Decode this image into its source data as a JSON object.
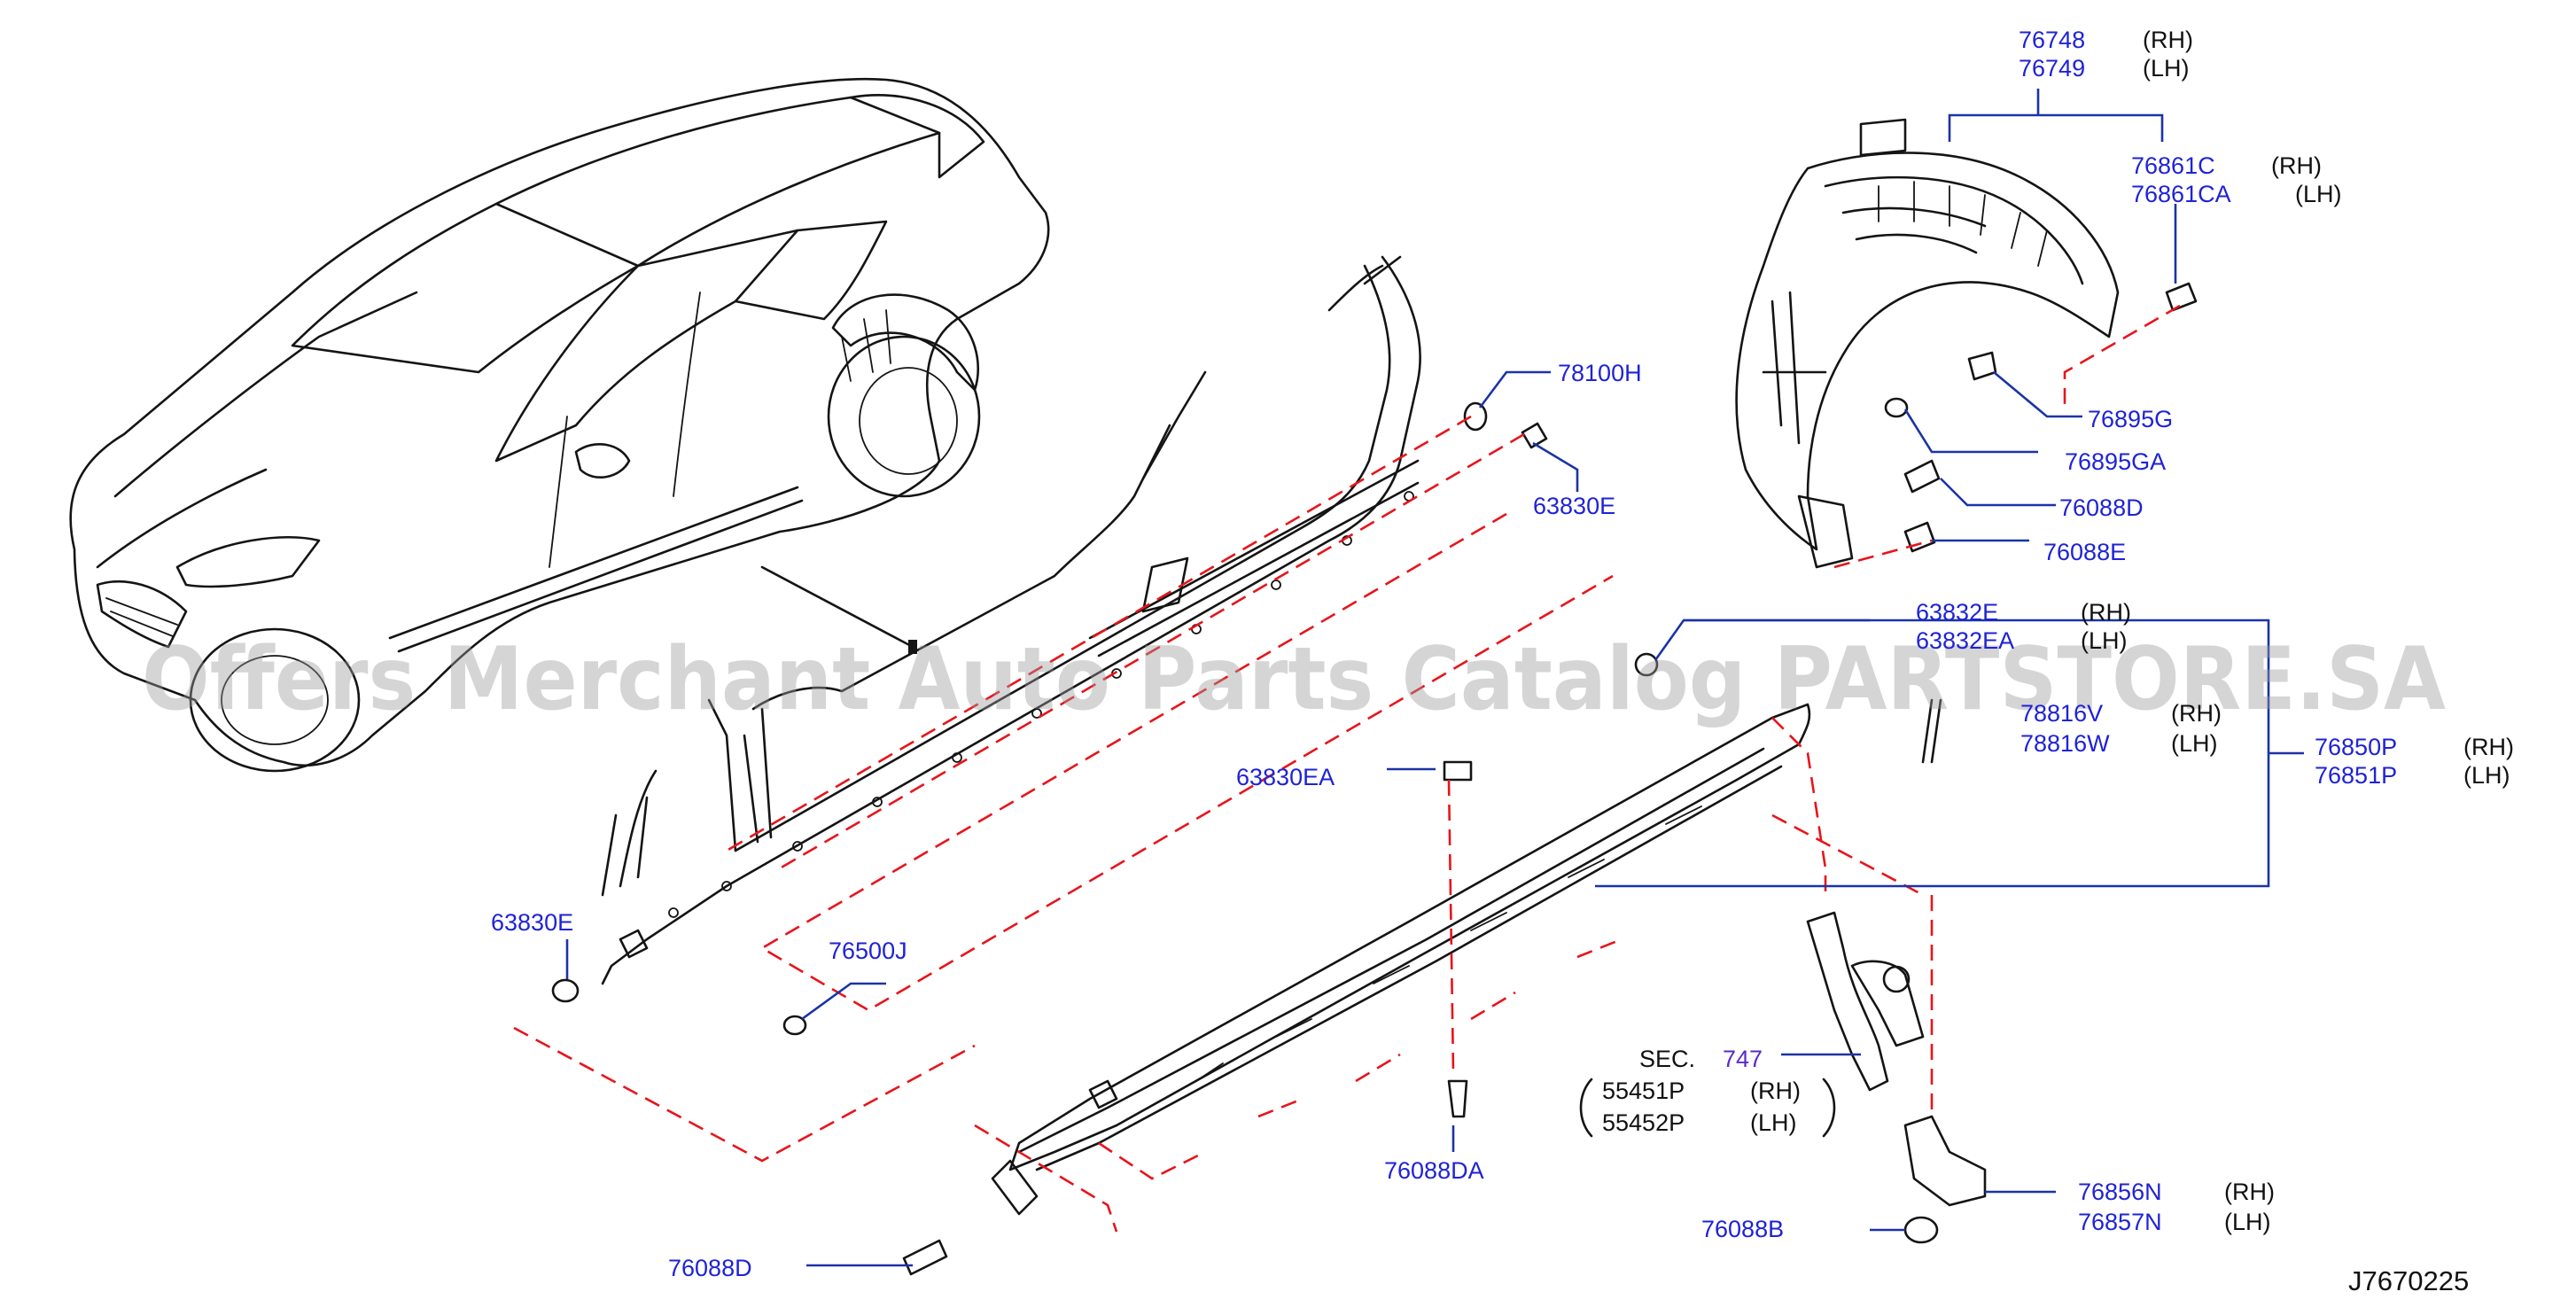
{
  "diagram_id": "J7670225",
  "watermark": "Offers Merchant Auto Parts Catalog PARTSTORE.SA",
  "callouts": {
    "c76748": {
      "part": "76748",
      "side": "(RH)"
    },
    "c76749": {
      "part": "76749",
      "side": "(LH)"
    },
    "c76861C": {
      "part": "76861C",
      "side": "(RH)"
    },
    "c76861CA": {
      "part": "76861CA",
      "side": "(LH)"
    },
    "c78100H": {
      "part": "78100H"
    },
    "c63830E_top": {
      "part": "63830E"
    },
    "c76895G": {
      "part": "76895G"
    },
    "c76895GA": {
      "part": "76895GA"
    },
    "c76088D_top": {
      "part": "76088D"
    },
    "c76088E": {
      "part": "76088E"
    },
    "c63832E": {
      "part": "63832E",
      "side": "(RH)"
    },
    "c63832EA": {
      "part": "63832EA",
      "side": "(LH)"
    },
    "c78816V": {
      "part": "78816V",
      "side": "(RH)"
    },
    "c78816W": {
      "part": "78816W",
      "side": "(LH)"
    },
    "c76850P": {
      "part": "76850P",
      "side": "(RH)"
    },
    "c76851P": {
      "part": "76851P",
      "side": "(LH)"
    },
    "c63830EA": {
      "part": "63830EA"
    },
    "c63830E_left": {
      "part": "63830E"
    },
    "c76500J": {
      "part": "76500J"
    },
    "c76088DA": {
      "part": "76088DA"
    },
    "c76088D_bottom": {
      "part": "76088D"
    },
    "sec747": {
      "label": "SEC.",
      "ref": "747"
    },
    "c55451P": {
      "part": "55451P",
      "side": "(RH)"
    },
    "c55452P": {
      "part": "55452P",
      "side": "(LH)"
    },
    "c76856N": {
      "part": "76856N",
      "side": "(RH)"
    },
    "c76857N": {
      "part": "76857N",
      "side": "(LH)"
    },
    "c76088B": {
      "part": "76088B"
    }
  }
}
